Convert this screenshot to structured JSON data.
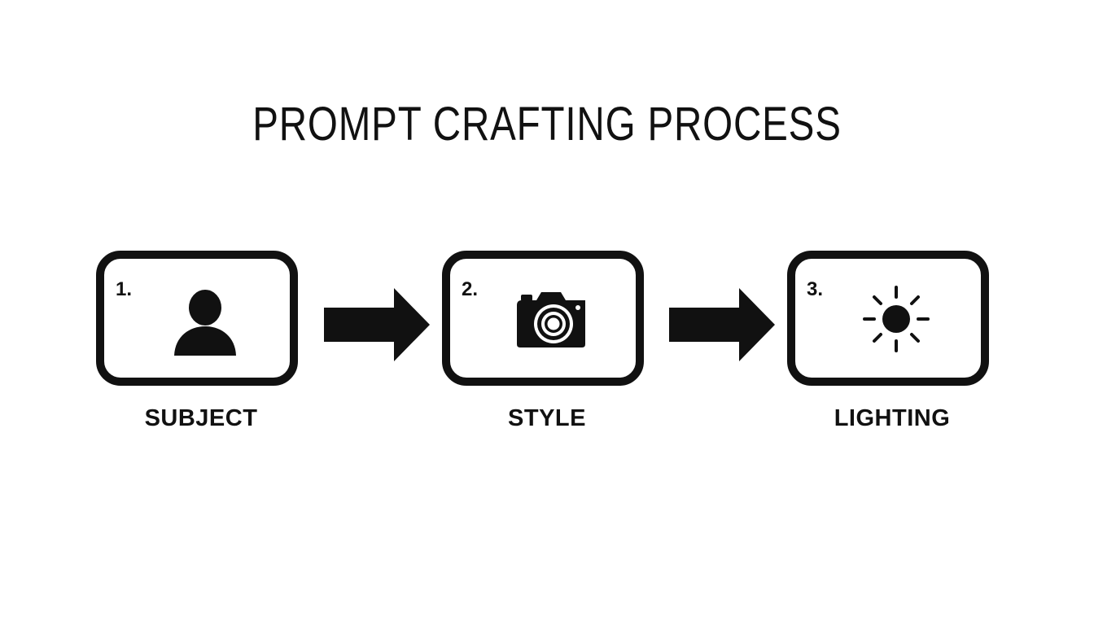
{
  "diagram": {
    "title": "PROMPT CRAFTING PROCESS",
    "steps": [
      {
        "number": "1.",
        "label": "SUBJECT",
        "icon": "person-icon"
      },
      {
        "number": "2.",
        "label": "STYLE",
        "icon": "camera-icon"
      },
      {
        "number": "3.",
        "label": "LIGHTING",
        "icon": "sun-icon"
      }
    ],
    "colors": {
      "ink": "#111111",
      "background": "#ffffff"
    }
  }
}
